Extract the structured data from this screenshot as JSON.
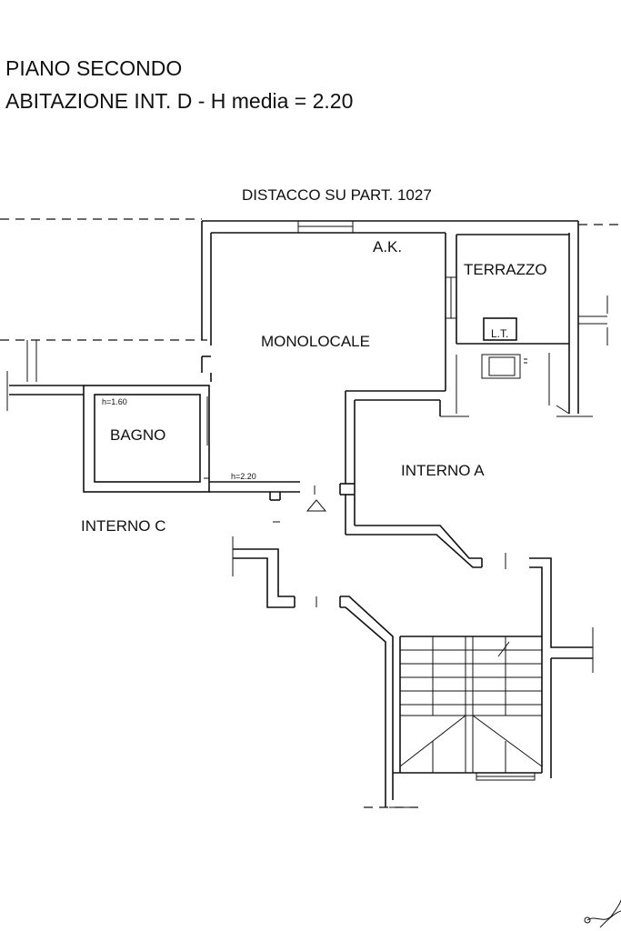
{
  "header": {
    "line1": "PIANO SECONDO",
    "line2": "ABITAZIONE INT. D - H media = 2.20"
  },
  "top_note": "DISTACCO SU PART. 1027",
  "rooms": {
    "ak": "A.K.",
    "terrazzo": "TERRAZZO",
    "lt": "L.T.",
    "monolocale": "MONOLOCALE",
    "bagno": "BAGNO",
    "bagno_height": "h=1.60",
    "corridor_height": "h=2.20",
    "interno_a": "INTERNO A",
    "interno_c": "INTERNO C"
  }
}
